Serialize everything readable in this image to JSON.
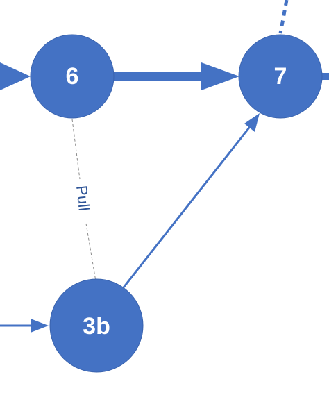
{
  "nodes": {
    "n6": {
      "label": "6"
    },
    "n7": {
      "label": "7"
    },
    "n3b": {
      "label": "3b"
    }
  },
  "edges": {
    "pull_label": "Pull"
  },
  "colors": {
    "node_fill": "#4472C4",
    "node_text": "#FFFFFF",
    "pull_line": "#8C8C8C",
    "pull_text": "#2F5597"
  }
}
